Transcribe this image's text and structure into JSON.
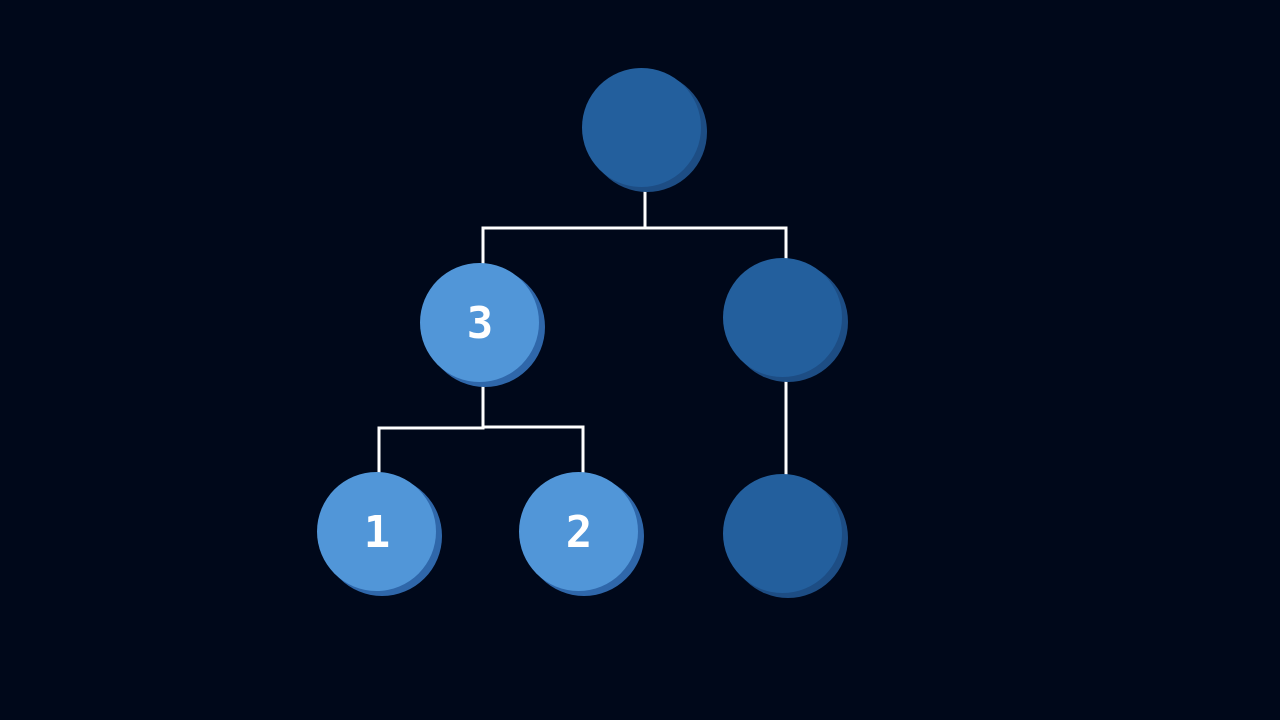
{
  "tree": {
    "nodes": [
      {
        "id": "root",
        "label": "",
        "state": "dim"
      },
      {
        "id": "left",
        "label": "3",
        "state": "lit"
      },
      {
        "id": "right",
        "label": "",
        "state": "dim"
      },
      {
        "id": "left-left",
        "label": "1",
        "state": "lit"
      },
      {
        "id": "left-right",
        "label": "2",
        "state": "lit"
      },
      {
        "id": "right-child",
        "label": "",
        "state": "dim"
      }
    ],
    "edges": [
      {
        "from": "root",
        "to": "left"
      },
      {
        "from": "root",
        "to": "right"
      },
      {
        "from": "left",
        "to": "left-left"
      },
      {
        "from": "left",
        "to": "left-right"
      },
      {
        "from": "right",
        "to": "right-child"
      }
    ]
  },
  "colors": {
    "background": "#00081a",
    "node_dim": "#235f9d",
    "node_dim_shadow": "#1d4d84",
    "node_lit": "#5196d8",
    "node_lit_shadow": "#2f67aa",
    "connector": "#ffffff",
    "label": "#ffffff"
  }
}
